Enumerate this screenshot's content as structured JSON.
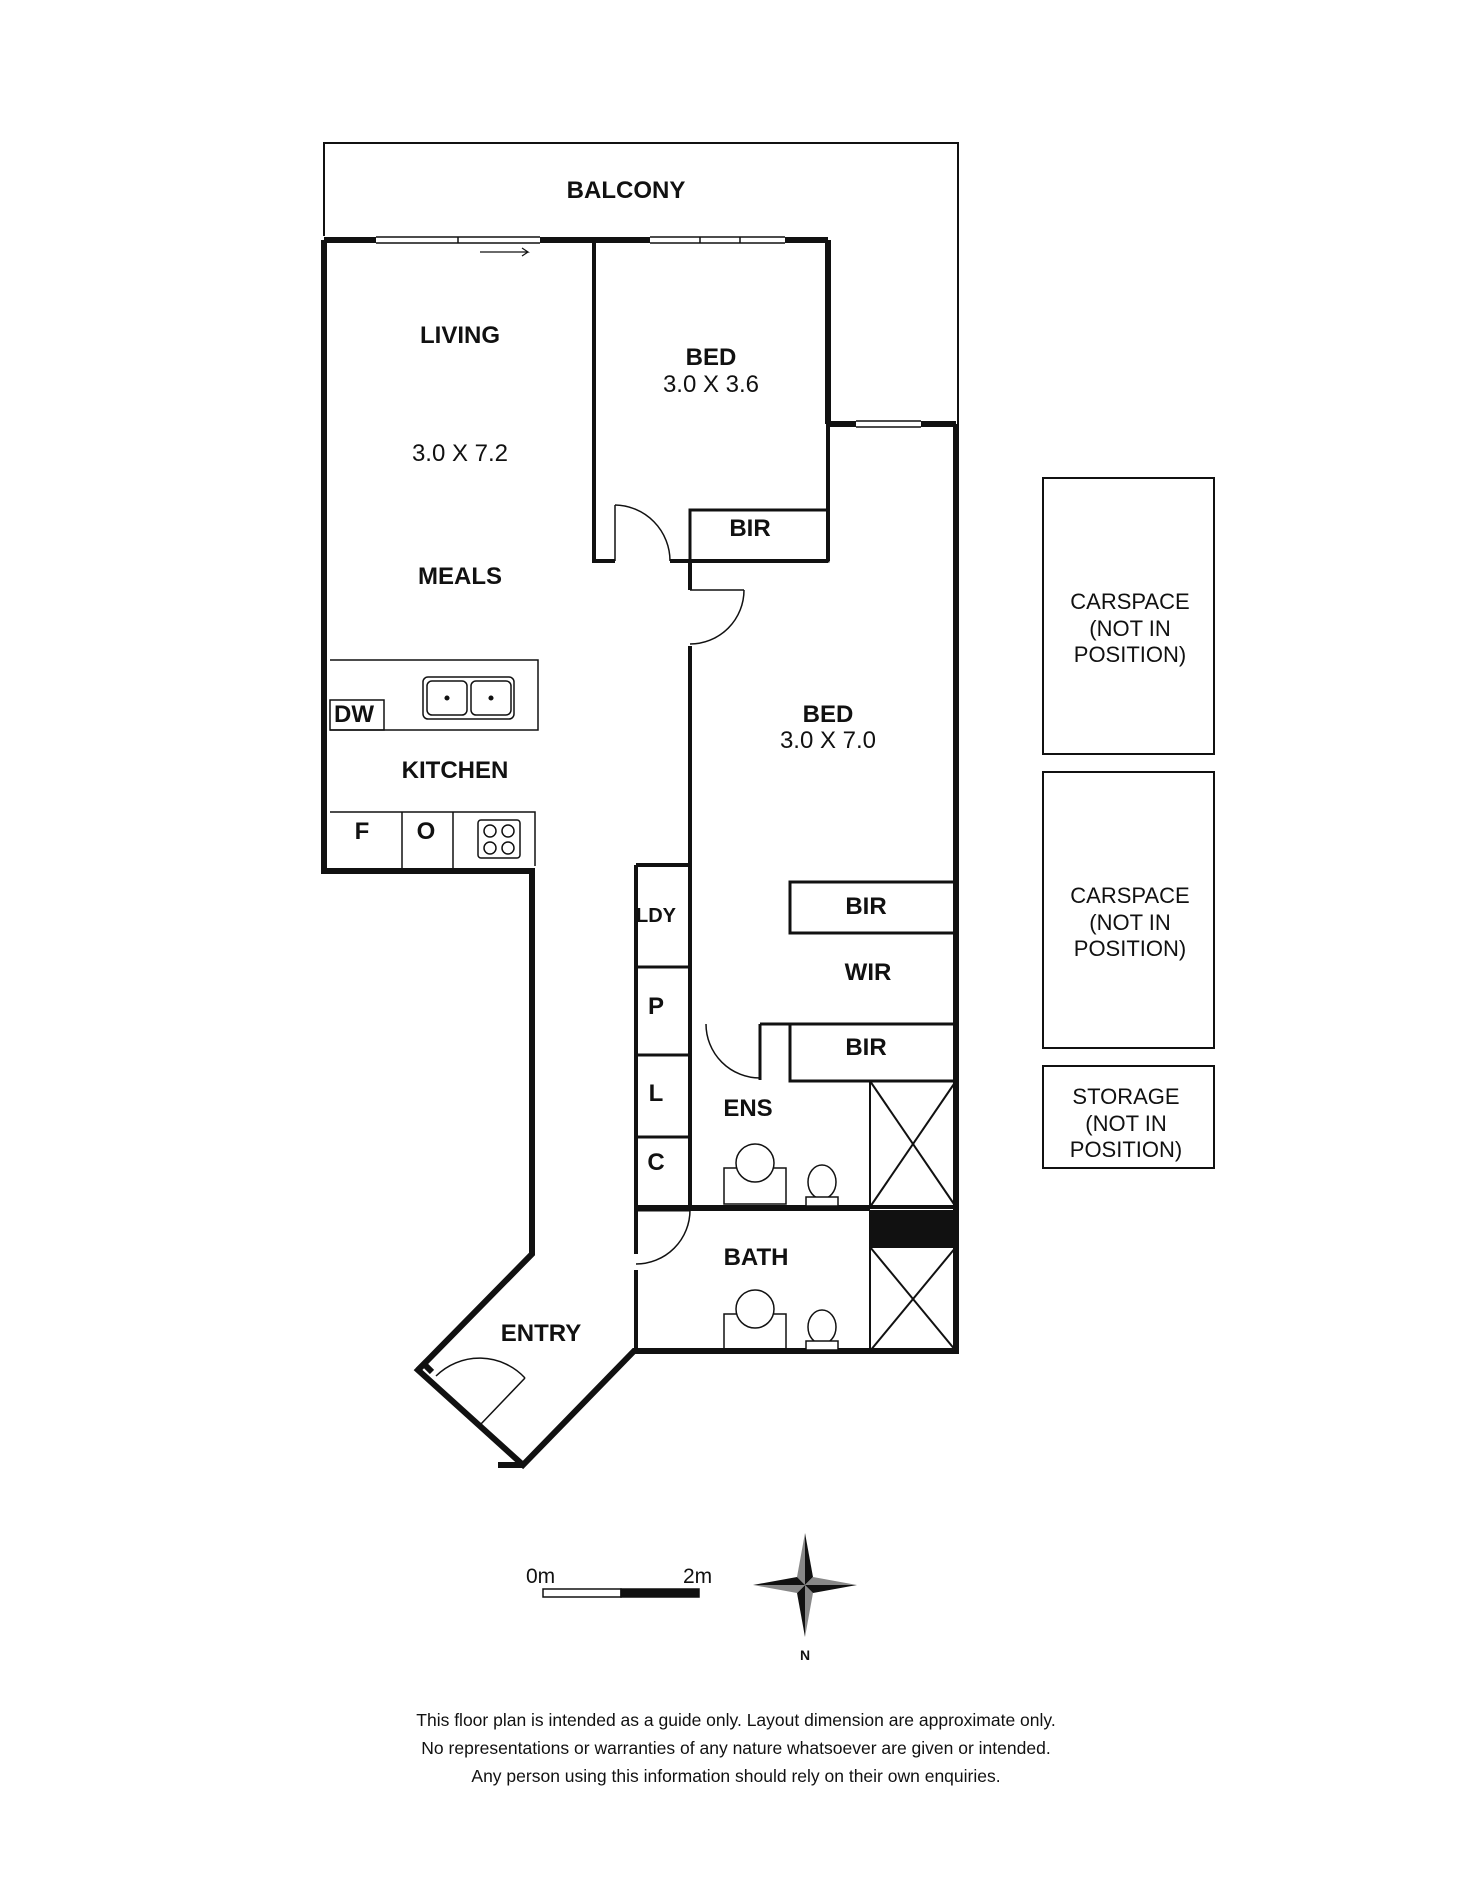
{
  "rooms": {
    "balcony": "BALCONY",
    "living": "LIVING",
    "living_dims": "3.0 X 7.2",
    "meals": "MEALS",
    "kitchen": "KITCHEN",
    "dw": "DW",
    "f": "F",
    "o": "O",
    "bed1": "BED",
    "bed1_dims": "3.0 X 3.6",
    "bir1": "BIR",
    "bed2": "BED",
    "bed2_dims": "3.0 X 7.0",
    "bir2": "BIR",
    "wir": "WIR",
    "bir3": "BIR",
    "ldy": "LDY",
    "p": "P",
    "l": "L",
    "c": "C",
    "ens": "ENS",
    "bath": "BATH",
    "entry": "ENTRY"
  },
  "carspace1": [
    "CARSPACE",
    "(NOT IN",
    "POSITION)"
  ],
  "carspace2": [
    "CARSPACE",
    "(NOT IN",
    "POSITION)"
  ],
  "storage": [
    "STORAGE",
    "(NOT IN",
    "POSITION)"
  ],
  "scale": {
    "start": "0m",
    "end": "2m"
  },
  "compass": {
    "label": "N"
  },
  "disclaimer": [
    "This floor plan is intended as a guide only. Layout dimension are approximate only.",
    "No representations or warranties of any nature whatsoever are given or intended.",
    "Any person using this information should rely on their own enquiries."
  ]
}
